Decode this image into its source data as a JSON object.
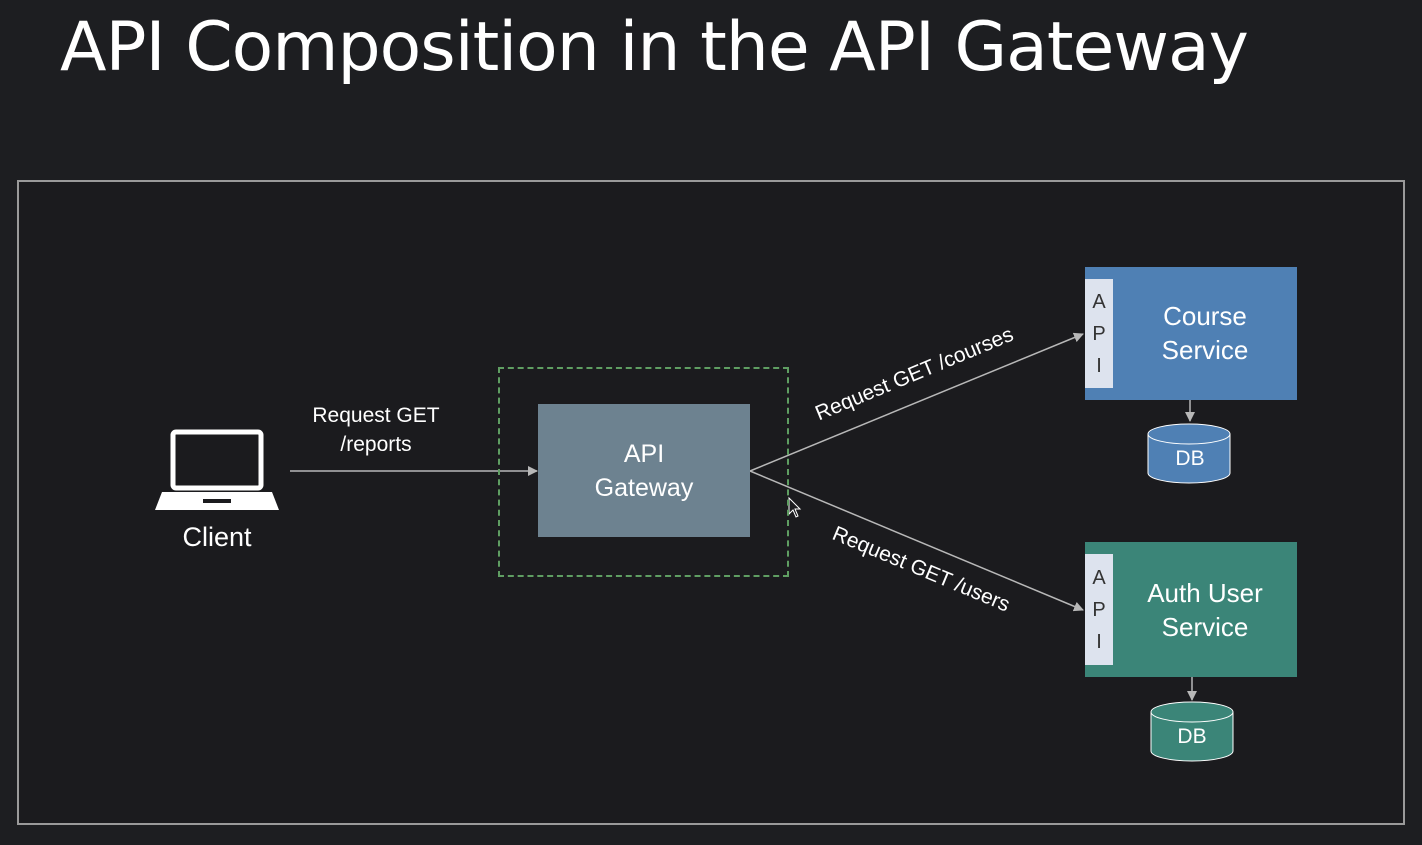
{
  "title": "API Composition in the API Gateway",
  "client": {
    "label": "Client",
    "icon": "laptop-icon"
  },
  "client_request": {
    "line1": "Request GET",
    "line2": "/reports"
  },
  "gateway": {
    "line1": "API",
    "line2": "Gateway"
  },
  "course_request": "Request GET /courses",
  "users_request": "Request GET /users",
  "course_service": {
    "api_letters": [
      "A",
      "P",
      "I"
    ],
    "line1": "Course",
    "line2": "Service",
    "db_label": "DB"
  },
  "auth_service": {
    "api_letters": [
      "A",
      "P",
      "I"
    ],
    "line1": "Auth User",
    "line2": "Service",
    "db_label": "DB"
  },
  "colors": {
    "background": "#1d1e21",
    "gateway": "#6d8290",
    "course": "#4f80b4",
    "auth": "#3b8578",
    "dashed_border": "#5f9e62",
    "arrow": "#b8b8b8"
  }
}
